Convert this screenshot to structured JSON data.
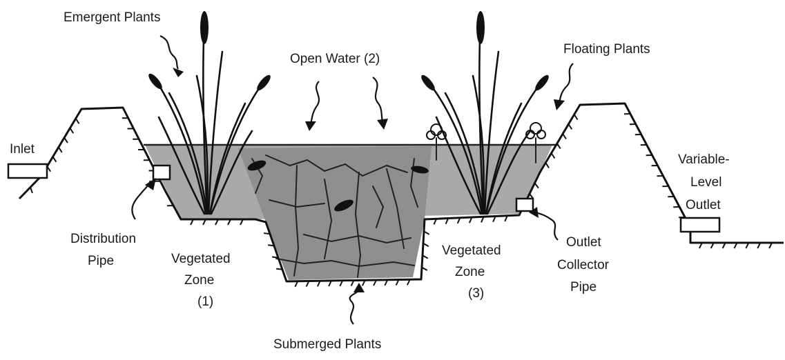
{
  "labels": {
    "emergent_plants": "Emergent Plants",
    "open_water": "Open Water (2)",
    "floating_plants": "Floating Plants",
    "inlet": "Inlet",
    "distribution_pipe": [
      "Distribution",
      "Pipe"
    ],
    "vegetated_zone_1": [
      "Vegetated",
      "Zone",
      "(1)"
    ],
    "submerged_plants": "Submerged Plants",
    "vegetated_zone_3": [
      "Vegetated",
      "Zone",
      "(3)"
    ],
    "outlet_collector_pipe": [
      "Outlet",
      "Collector",
      "Pipe"
    ],
    "variable_level_outlet": [
      "Variable-",
      "Level",
      "Outlet"
    ]
  },
  "colors": {
    "water": "#a9a9a9",
    "deep_water": "#8f8f8f",
    "ink": "#111111",
    "background": "#ffffff"
  }
}
